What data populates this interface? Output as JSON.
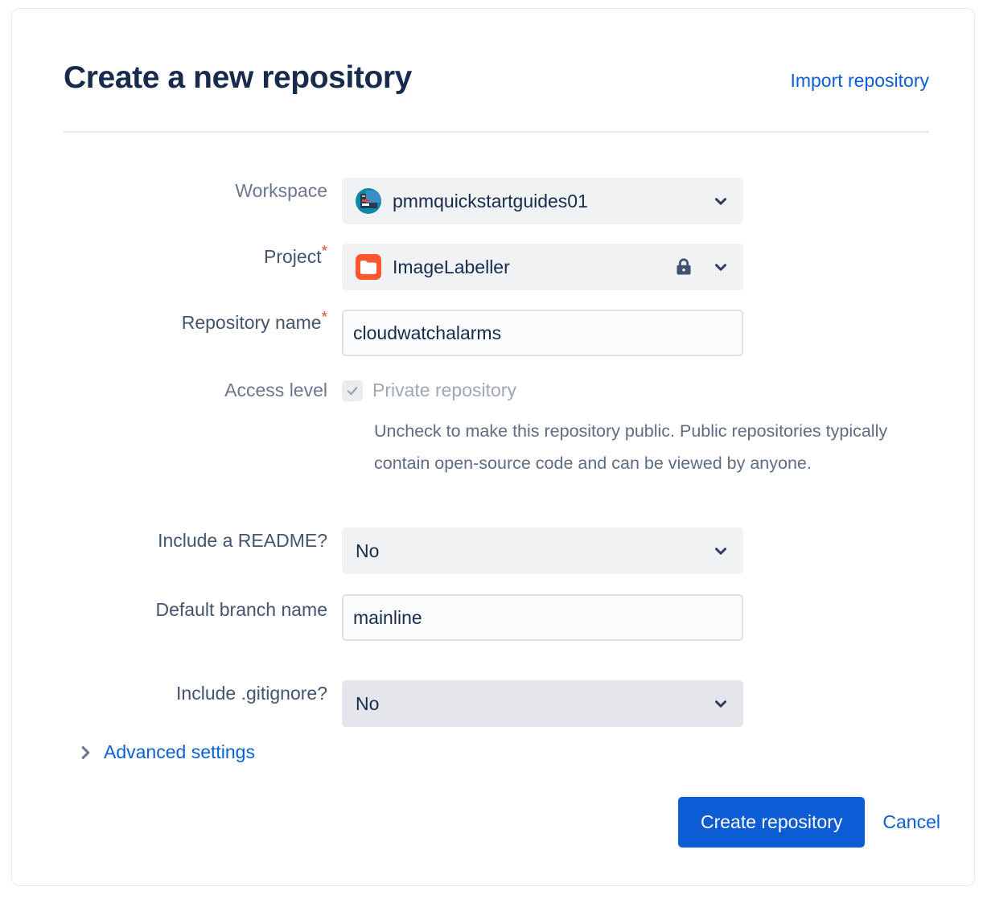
{
  "header": {
    "title": "Create a new repository",
    "import_link": "Import repository"
  },
  "form": {
    "workspace": {
      "label": "Workspace",
      "value": "pmmquickstartguides01",
      "avatar_icon": "workspace-avatar-icon",
      "chevron_icon": "chevron-down-icon"
    },
    "project": {
      "label": "Project",
      "required_marker": "*",
      "value": "ImageLabeller",
      "project_icon": "folder-icon",
      "lock_icon": "lock-icon",
      "chevron_icon": "chevron-down-icon"
    },
    "repository_name": {
      "label": "Repository name",
      "required_marker": "*",
      "value": "cloudwatchalarms",
      "placeholder": ""
    },
    "access_level": {
      "label": "Access level",
      "checkbox_label": "Private repository",
      "checked": true,
      "disabled": true,
      "check_icon": "check-icon",
      "help_text": "Uncheck to make this repository public. Public repositories typically contain open-source code and can be viewed by anyone."
    },
    "include_readme": {
      "label": "Include a README?",
      "value": "No",
      "chevron_icon": "chevron-down-icon"
    },
    "default_branch_name": {
      "label": "Default branch name",
      "value": "mainline",
      "placeholder": ""
    },
    "include_gitignore": {
      "label": "Include .gitignore?",
      "value": "No",
      "chevron_icon": "chevron-down-icon"
    },
    "advanced_settings": {
      "label": "Advanced settings",
      "chevron_icon": "chevron-right-icon"
    }
  },
  "footer": {
    "create_label": "Create repository",
    "cancel_label": "Cancel"
  },
  "colors": {
    "link": "#0C5FD6",
    "primary_button": "#0B5CD5",
    "title": "#172B4D",
    "required": "#E2483D",
    "project_icon": "#FF5630",
    "workspace_avatar": "#0B8AA6",
    "field_bg": "#F1F2F4",
    "field_bg_hover": "#E4E6EB",
    "input_bg": "#FAFBFC",
    "input_border": "#DFE1E6"
  }
}
